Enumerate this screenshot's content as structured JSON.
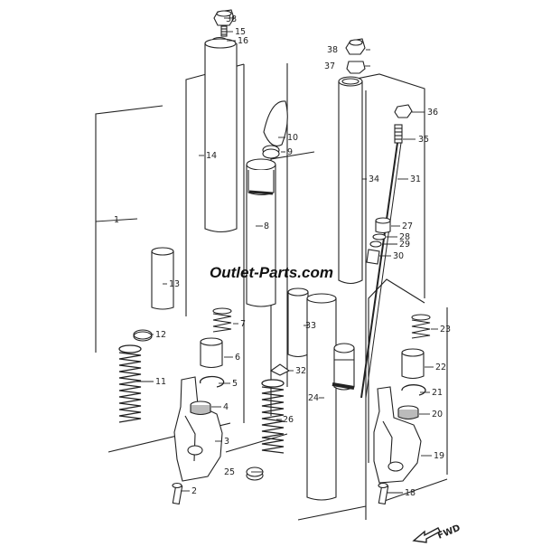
{
  "watermark": "Outlet-Parts.com",
  "direction_label": "FWD",
  "callouts": {
    "c1": "1",
    "c2": "2",
    "c3": "3",
    "c4": "4",
    "c5": "5",
    "c6": "6",
    "c7": "7",
    "c8": "8",
    "c9": "9",
    "c10": "10",
    "c11": "11",
    "c12": "12",
    "c13": "13",
    "c14": "14",
    "c15": "15",
    "c16": "16",
    "c18": "18",
    "c19": "19",
    "c20": "20",
    "c21": "21",
    "c22": "22",
    "c23": "23",
    "c24": "24",
    "c25": "25",
    "c26": "26",
    "c27": "27",
    "c28": "28",
    "c29": "29",
    "c30": "30",
    "c31": "31",
    "c32": "32",
    "c33": "33",
    "c34": "34",
    "c35": "35",
    "c36": "36",
    "c37": "37",
    "c38a": "38",
    "c38b": "38"
  },
  "colors": {
    "ink": "#222222",
    "part_fill": "#ffffff",
    "shade": "#cfcfcf",
    "background": "#ffffff"
  }
}
